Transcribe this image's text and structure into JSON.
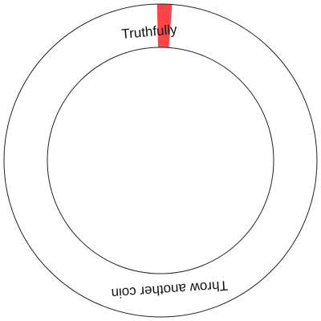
{
  "wheel": {
    "labels": [
      {
        "text": "Truthfully",
        "angle_deg": -5
      },
      {
        "text": "Throw another coin",
        "angle_deg": 176
      }
    ],
    "marker": {
      "angle_deg": 1.5,
      "arc_width_deg": 5.5,
      "color": "#ff4444"
    },
    "ring_stroke_color": "#222222",
    "background_color": "#ffffff"
  }
}
